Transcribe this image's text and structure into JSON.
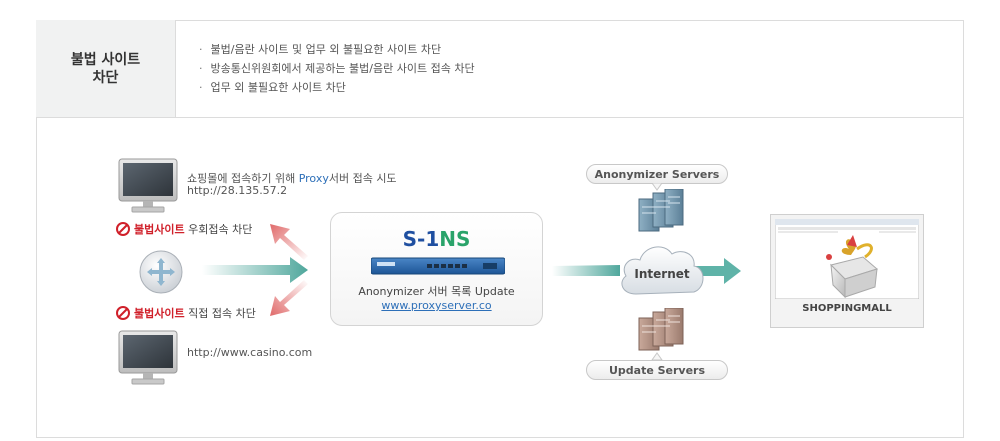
{
  "header": {
    "title_line1": "불법 사이트",
    "title_line2": "차단",
    "bullets": [
      "불법/음란 사이트 및 업무 외 불필요한 사이트 차단",
      "방송통신위원회에서 제공하는 불법/음란 사이트 접속 차단",
      "업무 외 불필요한 사이트 차단"
    ]
  },
  "client_top": {
    "text_before": "쇼핑몰에 접속하기 위해 ",
    "text_proxy": "Proxy",
    "text_after": "서버 접속 시도",
    "ip": "http://28.135.57.2"
  },
  "blocked_bypass": {
    "tag": "불법사이트",
    "text": " 우회접속 차단"
  },
  "blocked_direct": {
    "tag": "불법사이트",
    "text": " 직접 접속 차단"
  },
  "client_bottom": {
    "url": "http://www.casino.com"
  },
  "appliance": {
    "logo_part1": "S-1",
    "logo_part2": "NS",
    "caption": "Anonymizer 서버 목록 Update",
    "link": "www.proxyserver.co"
  },
  "anonymizer_label": "Anonymizer Servers",
  "internet_label": "Internet",
  "update_label": "Update Servers",
  "mall_label": "SHOPPINGMALL",
  "colors": {
    "accent_blue": "#2d6fb8",
    "block_red": "#d0202a",
    "arrow_teal": "#5fb3a8",
    "arrow_red": "#e06a6a"
  }
}
